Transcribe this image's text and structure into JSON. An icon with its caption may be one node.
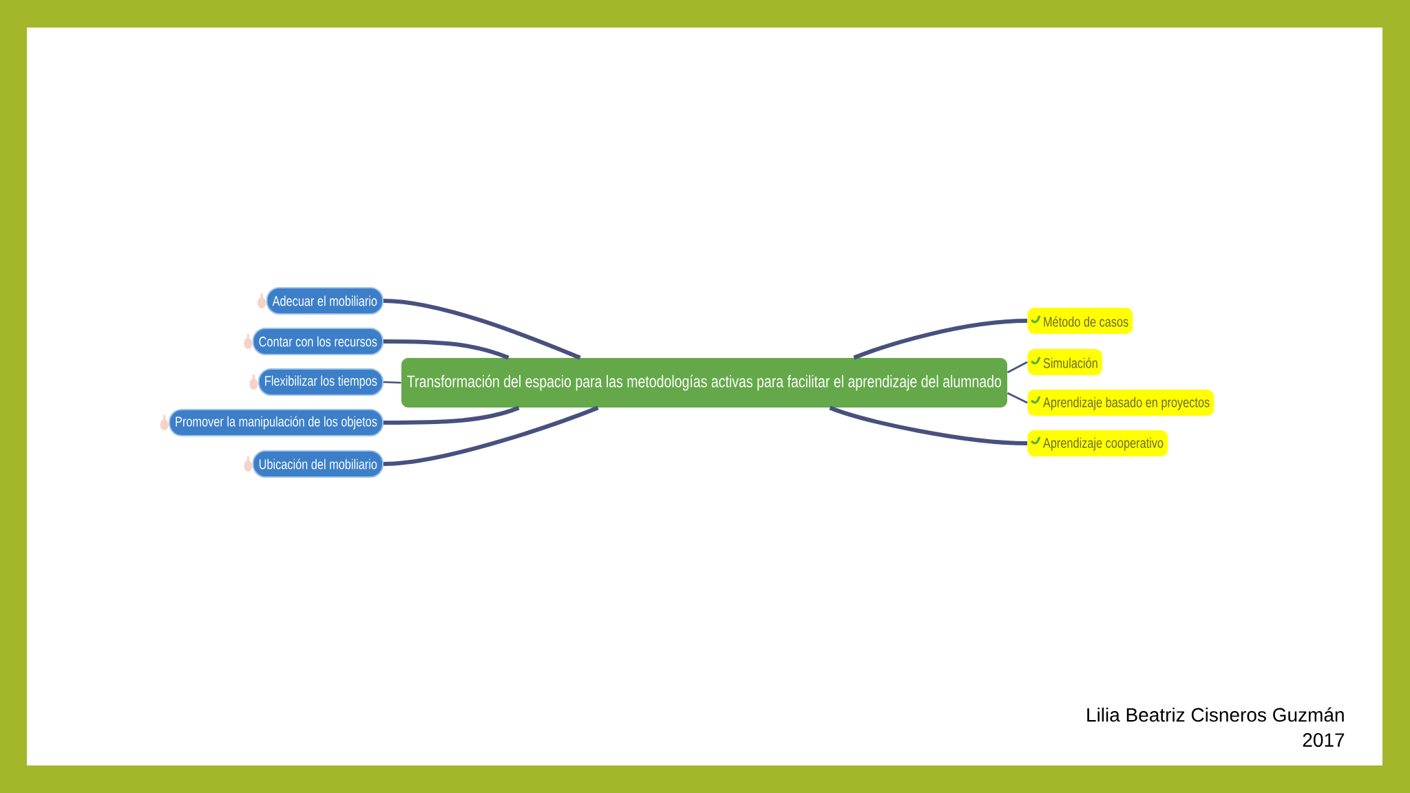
{
  "diagram": {
    "nodes": [
      {
        "text": [
          "Transformación del espacio para las metodologías activas para facilitar el aprendizaje del alumnado"
        ]
      },
      {
        "text": [
          "Adecuar el mobiliario"
        ]
      },
      {
        "text": [
          "Contar con los recursos"
        ]
      },
      {
        "text": [
          "Flexibilizar los tiempos"
        ]
      },
      {
        "text": [
          "Promover la manipulación de los objetos"
        ]
      },
      {
        "text": [
          "Ubicación del mobiliario"
        ]
      },
      {
        "text": [
          "Método de casos"
        ]
      },
      {
        "text": [
          "Simulación"
        ]
      },
      {
        "text": [
          "Aprendizaje basado en proyectos"
        ]
      },
      {
        "text": [
          "Aprendizaje cooperativo"
        ]
      }
    ],
    "edges": [
      {
        "from": 0,
        "to": 1,
        "arrow": "none"
      },
      {
        "from": 0,
        "to": 2,
        "arrow": "none"
      },
      {
        "from": 0,
        "to": 3,
        "arrow": "none"
      },
      {
        "from": 0,
        "to": 4,
        "arrow": "none"
      },
      {
        "from": 0,
        "to": 5,
        "arrow": "none"
      },
      {
        "from": 0,
        "to": 6,
        "arrow": "none"
      },
      {
        "from": 0,
        "to": 7,
        "arrow": "none"
      },
      {
        "from": 0,
        "to": 8,
        "arrow": "none"
      },
      {
        "from": 0,
        "to": 9,
        "arrow": "none"
      }
    ],
    "labels": [
      "Lilia Beatriz Cisneros Guzmán",
      "2017"
    ]
  }
}
